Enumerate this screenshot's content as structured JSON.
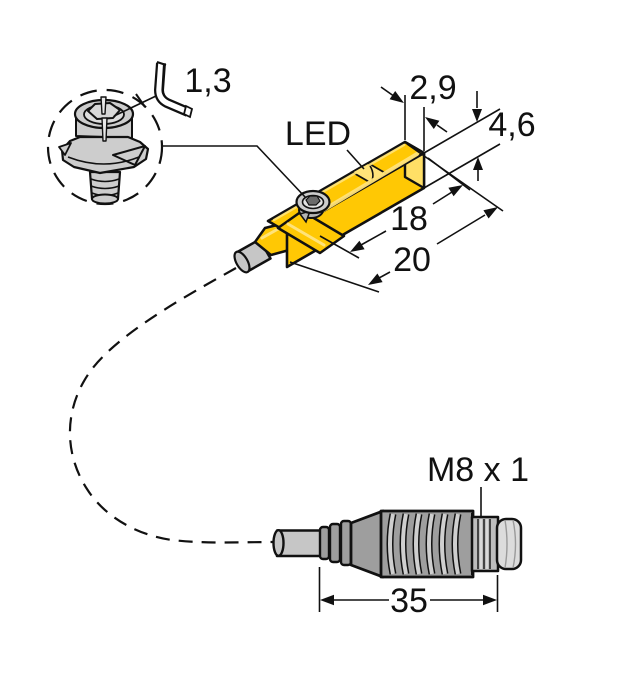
{
  "callout": {
    "hex_key_size": "1,3"
  },
  "sensor": {
    "led_label": "LED"
  },
  "dimensions": {
    "width": "2,9",
    "height": "4,6",
    "body_length": "18",
    "overall_length": "20",
    "connector_length": "35"
  },
  "connector": {
    "thread": "M8 x 1"
  },
  "colors": {
    "housing": "#ffc804",
    "housing_light": "#ffdf66",
    "housing_highlight": "#ffe37a",
    "cable": "#c6c6c6",
    "connector_body": "#9e9e9e",
    "groove_light": "#cfcfcf",
    "knurl": "#bdbdbd",
    "metal_tip": "#dcdcdc",
    "screw_gray": "#cdcdcd",
    "line": "#111111",
    "background": "#ffffff"
  }
}
